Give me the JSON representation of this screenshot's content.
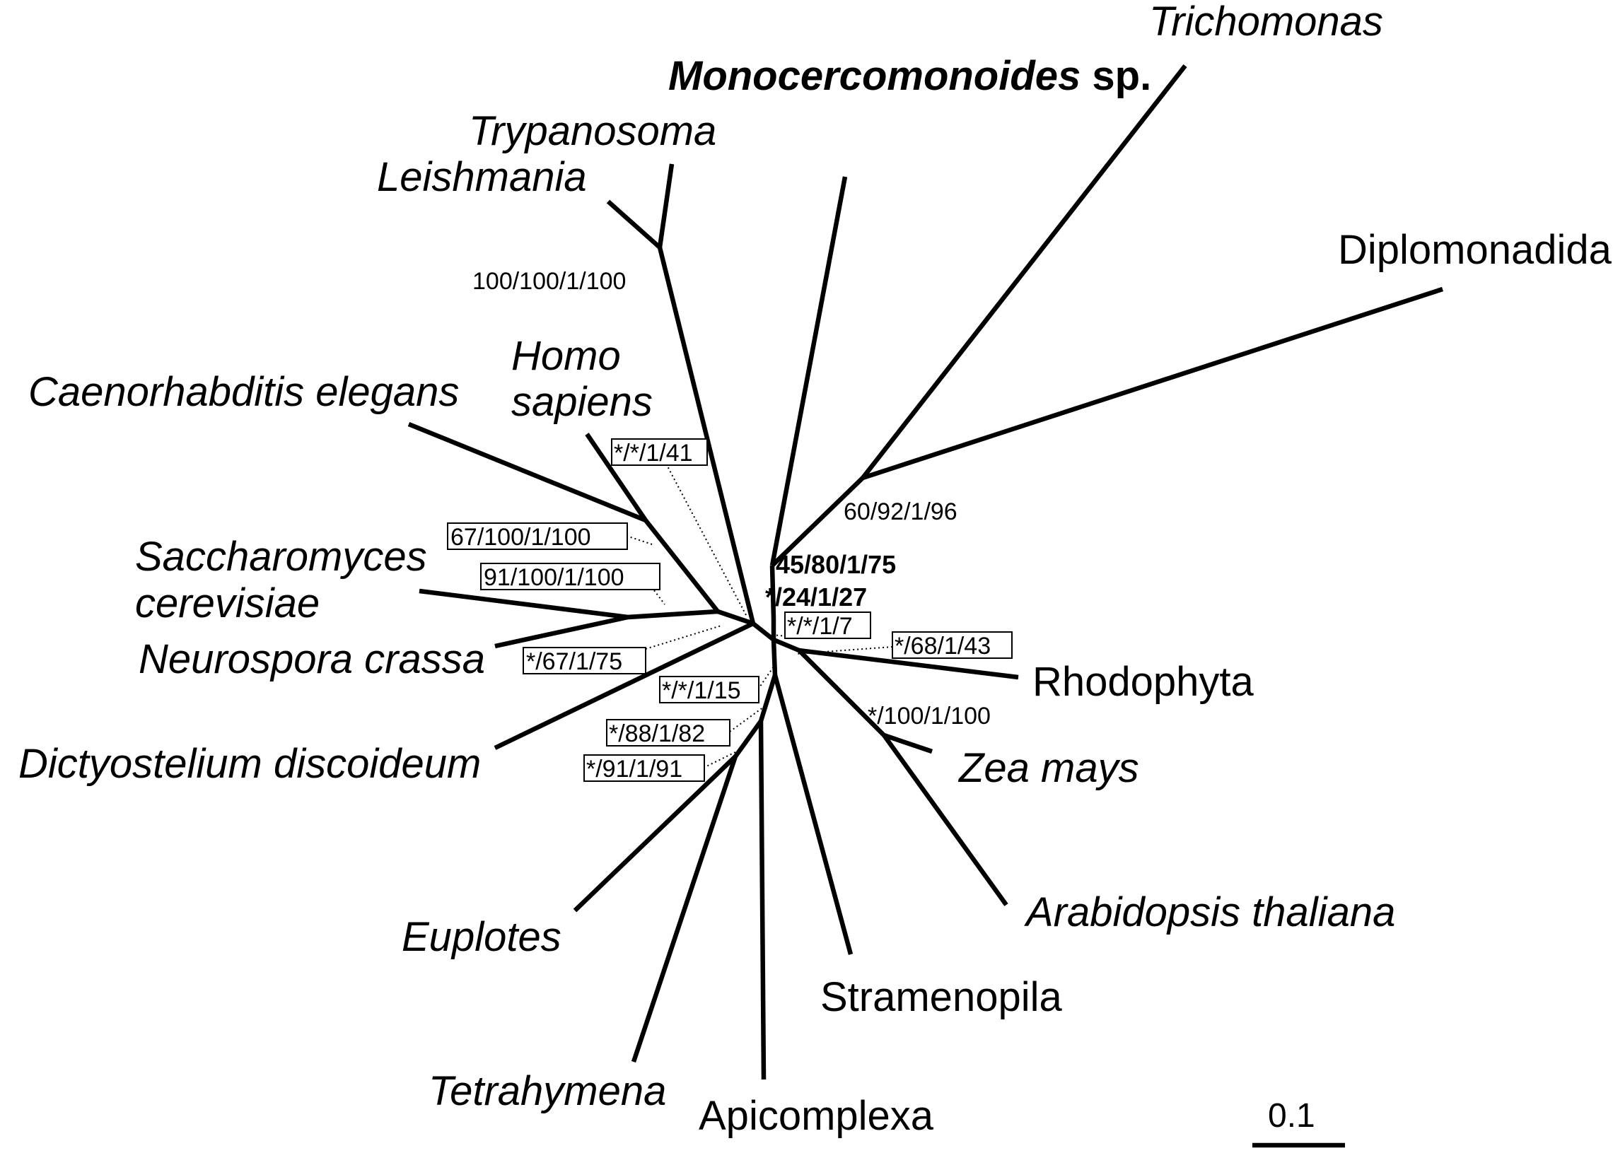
{
  "taxa": {
    "trichomonas": "Trichomonas",
    "monocercomonoides_genus": "Monocercomonoides",
    "monocercomonoides_sp": " sp.",
    "trypanosoma": "Trypanosoma",
    "leishmania": "Leishmania",
    "diplomonadida": "Diplomonadida",
    "homo_line1": "Homo",
    "homo_line2": "sapiens",
    "caenorhabditis": "Caenorhabditis elegans",
    "saccharomyces_line1": "Saccharomyces",
    "saccharomyces_line2": "cerevisiae",
    "neurospora": "Neurospora crassa",
    "dictyostelium": "Dictyostelium discoideum",
    "rhodophyta": "Rhodophyta",
    "zea_mays": "Zea mays",
    "arabidopsis": "Arabidopsis thaliana",
    "euplotes": "Euplotes",
    "stramenopila": "Stramenopila",
    "tetrahymena": "Tetrahymena",
    "apicomplexa": "Apicomplexa"
  },
  "support": {
    "kinetoplastid": "100/100/1/100",
    "parabasalid_diplomonad": "60/92/1/96",
    "metamonad_bold1": "45/80/1/75",
    "metamonad_bold2": "*/24/1/27",
    "animals": "*/*/1/41",
    "opisthokonts": "67/100/1/100",
    "fungi": "91/100/1/100",
    "amorphea": "*/67/1/75",
    "center": "*/*/1/7",
    "plants_rhodophyta": "*/68/1/43",
    "viridiplantae": "*/100/1/100",
    "sar": "*/*/1/15",
    "alveolata": "*/88/1/82",
    "ciliates": "*/91/1/91"
  },
  "scale_bar": {
    "label": "0.1"
  }
}
